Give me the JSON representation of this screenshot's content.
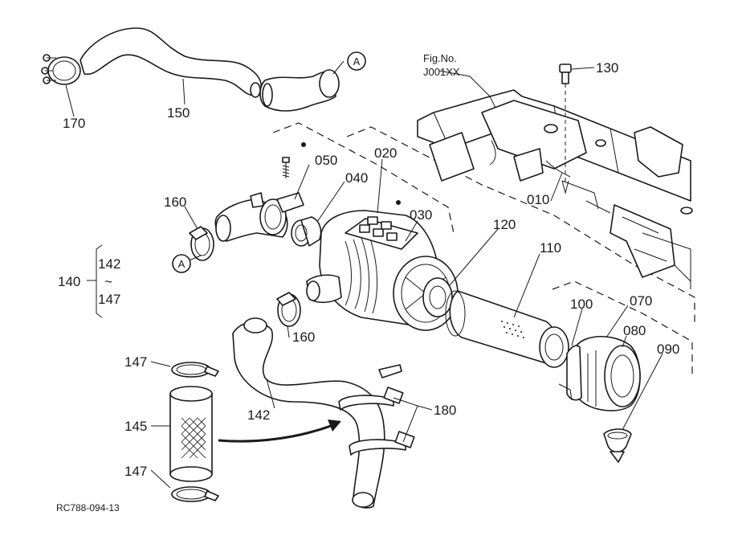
{
  "figure_ref": {
    "line1": "Fig.No.",
    "line2": "J001XX"
  },
  "drawing_code": "RC788-094-13",
  "callout_marker": "A",
  "bracket_group": {
    "parent": "140",
    "top": "142",
    "tilde": "~",
    "bottom": "147"
  },
  "parts": [
    {
      "id": "p010",
      "label": "010"
    },
    {
      "id": "p020",
      "label": "020"
    },
    {
      "id": "p030",
      "label": "030"
    },
    {
      "id": "p040",
      "label": "040"
    },
    {
      "id": "p050",
      "label": "050"
    },
    {
      "id": "p070",
      "label": "070"
    },
    {
      "id": "p080",
      "label": "080"
    },
    {
      "id": "p090",
      "label": "090"
    },
    {
      "id": "p100",
      "label": "100"
    },
    {
      "id": "p110",
      "label": "110"
    },
    {
      "id": "p120",
      "label": "120"
    },
    {
      "id": "p130",
      "label": "130"
    },
    {
      "id": "p142",
      "label": "142"
    },
    {
      "id": "p145",
      "label": "145"
    },
    {
      "id": "p147a",
      "label": "147"
    },
    {
      "id": "p147b",
      "label": "147"
    },
    {
      "id": "p150",
      "label": "150"
    },
    {
      "id": "p160a",
      "label": "160"
    },
    {
      "id": "p160b",
      "label": "160"
    },
    {
      "id": "p170",
      "label": "170"
    },
    {
      "id": "p180",
      "label": "180"
    }
  ]
}
